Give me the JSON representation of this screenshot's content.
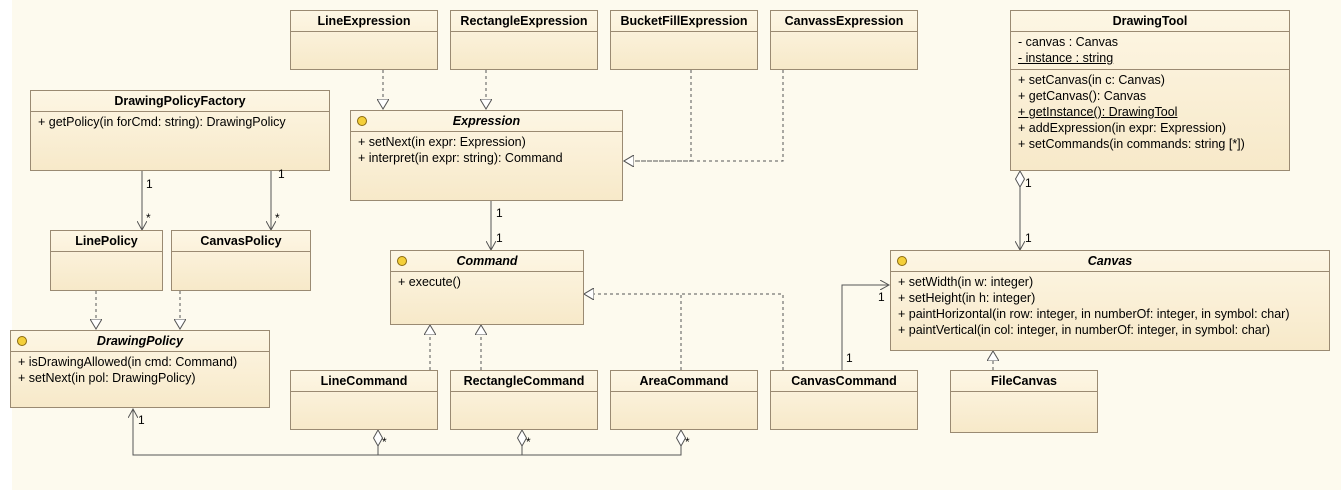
{
  "classes": {
    "lineexpression": {
      "name": "LineExpression"
    },
    "rectangleexpression": {
      "name": "RectangleExpression"
    },
    "bucketfillexpression": {
      "name": "BucketFillExpression"
    },
    "canvassexpression": {
      "name": "CanvassExpression"
    },
    "drawingtool": {
      "name": "DrawingTool",
      "attributes": [
        "- canvas : Canvas",
        "-   instance : string"
      ],
      "operations": [
        "+ setCanvas(in c: Canvas)",
        "+ getCanvas(): Canvas",
        "+ getInstance(): DrawingTool",
        "+ addExpression(in expr: Expression)",
        "+ setCommands(in commands: string [*])"
      ]
    },
    "drawingpolicyfactory": {
      "name": "DrawingPolicyFactory",
      "operations": [
        "+ getPolicy(in forCmd: string): DrawingPolicy"
      ]
    },
    "expression": {
      "name": "Expression",
      "operations": [
        "+ setNext(in expr: Expression)",
        "+ interpret(in expr: string): Command"
      ]
    },
    "linepolicy": {
      "name": "LinePolicy"
    },
    "canvaspolicy": {
      "name": "CanvasPolicy"
    },
    "command": {
      "name": "Command",
      "operations": [
        "+ execute()"
      ]
    },
    "canvas": {
      "name": "Canvas",
      "operations": [
        "+ setWidth(in w: integer)",
        "+ setHeight(in h: integer)",
        "+ paintHorizontal(in row: integer, in numberOf: integer, in symbol: char)",
        "+ paintVertical(in col: integer, in numberOf: integer, in symbol: char)"
      ]
    },
    "drawingpolicy": {
      "name": "DrawingPolicy",
      "operations": [
        "+ isDrawingAllowed(in cmd: Command)",
        "+ setNext(in pol: DrawingPolicy)"
      ]
    },
    "linecommand": {
      "name": "LineCommand"
    },
    "rectanglecommand": {
      "name": "RectangleCommand"
    },
    "areacommand": {
      "name": "AreaCommand"
    },
    "canvascommand": {
      "name": "CanvasCommand"
    },
    "filecanvas": {
      "name": "FileCanvas"
    }
  },
  "multiplicities": {
    "factory_linepolicy_src": "1",
    "factory_linepolicy_dst": "*",
    "factory_canvaspolicy_src": "1",
    "factory_canvaspolicy_dst": "*",
    "expression_command_src": "1",
    "expression_command_dst": "1",
    "drawingtool_canvas_src": "1",
    "drawingtool_canvas_dst": "1",
    "canvascommand_canvas_src": "1",
    "canvascommand_canvas_dst": "1",
    "policy_agg_one": "1",
    "linecommand_agg": "*",
    "rectanglecommand_agg": "*",
    "areacommand_agg": "*"
  },
  "colors": {
    "background": "#fdfaee",
    "box_border": "#9a8a72",
    "box_fill": "#f7e9c9",
    "interface_icon": "#f4cf3a",
    "line": "#555555"
  }
}
